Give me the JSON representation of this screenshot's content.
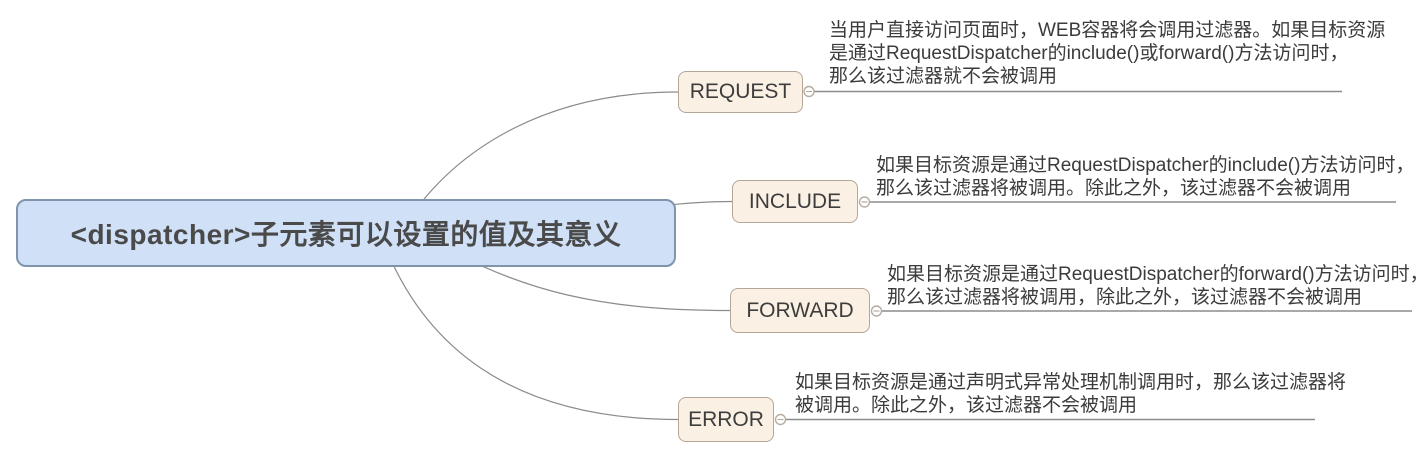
{
  "diagram": {
    "root": {
      "label": "<dispatcher>子元素可以设置的值及其意义"
    },
    "branches": [
      {
        "key": "request",
        "label": "REQUEST",
        "desc_lines": [
          "当用户直接访问页面时，WEB容器将会调用过滤器。如果目标资源",
          "是通过RequestDispatcher的include()或forward()方法访问时，",
          "那么该过滤器就不会被调用"
        ]
      },
      {
        "key": "include",
        "label": "INCLUDE",
        "desc_lines": [
          "如果目标资源是通过RequestDispatcher的include()方法访问时，",
          "那么该过滤器将被调用。除此之外，该过滤器不会被调用"
        ]
      },
      {
        "key": "forward",
        "label": "FORWARD",
        "desc_lines": [
          "如果目标资源是通过RequestDispatcher的forward()方法访问时，",
          "那么该过滤器将被调用，除此之外，该过滤器不会被调用"
        ]
      },
      {
        "key": "error",
        "label": "ERROR",
        "desc_lines": [
          "如果目标资源是通过声明式异常处理机制调用时，那么该过滤器将",
          "被调用。除此之外，该过滤器不会被调用"
        ]
      }
    ],
    "colors": {
      "root_fill": "#cfe0f7",
      "root_border": "#8094ac",
      "topic_fill": "#fbf0e4",
      "topic_border": "#b5a697",
      "connector": "#8c8c8c",
      "text": "#3d3d3d",
      "desc_text": "#3b3b3b",
      "handle_border": "#b7aca1"
    }
  }
}
